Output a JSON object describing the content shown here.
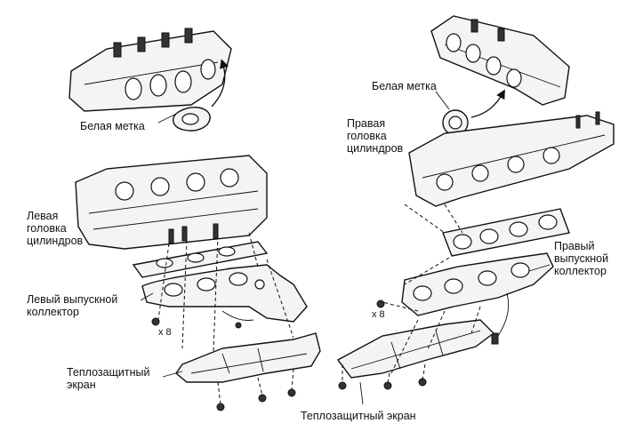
{
  "labels": {
    "left_white_mark": "Белая метка",
    "right_white_mark": "Белая метка",
    "right_head": [
      "Правая",
      "головка",
      "цилиндров"
    ],
    "left_head": [
      "Левая",
      "головка",
      "цилиндров"
    ],
    "left_manifold": [
      "Левый выпускной",
      "коллектор"
    ],
    "right_manifold": [
      "Правый",
      "выпускной",
      "коллектор"
    ],
    "left_shield": [
      "Теплозащитный",
      "экран"
    ],
    "right_shield": "Теплозащитный экран",
    "left_bolt_count": "x 8",
    "right_bolt_count": "x 8"
  }
}
